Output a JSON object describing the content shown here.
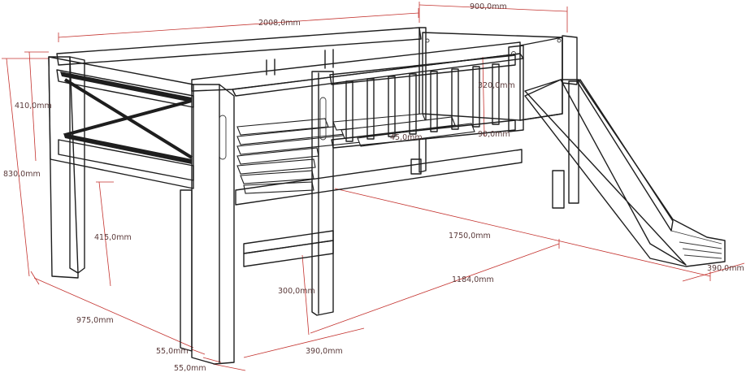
{
  "dimensions": {
    "length": "2008,0mm",
    "width": "900,0mm",
    "guard_height": "410,0mm",
    "total_height": "830,0mm",
    "rail_post_height": "320,0mm",
    "rail_gap": "45,0mm",
    "rail_bottom": "90,0mm",
    "deck_height": "415,0mm",
    "slide_length": "1750,0mm",
    "ladder_offset": "1184,0mm",
    "ladder_step": "300,0mm",
    "depth": "975,0mm",
    "post_width_a": "55,0mm",
    "post_width_b": "55,0mm",
    "ladder_width": "390,0mm",
    "slide_width": "390,0mm"
  },
  "colors": {
    "line": "#1e1e1e",
    "dimension": "#c4332f",
    "label": "#5a3a3a"
  }
}
